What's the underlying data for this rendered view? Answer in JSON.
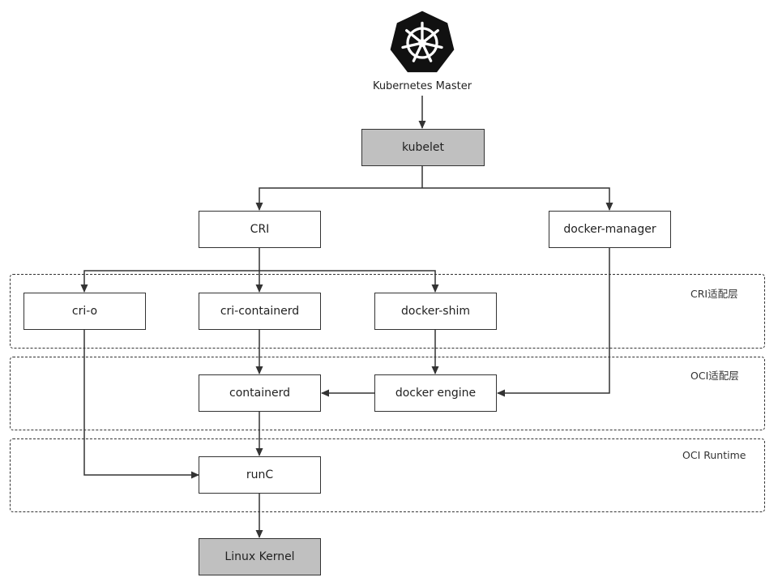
{
  "title": "Kubernetes Master",
  "layers": {
    "cri": "CRI适配层",
    "oci": "OCI适配层",
    "runtime": "OCI Runtime"
  },
  "nodes": {
    "kubelet": "kubelet",
    "cri": "CRI",
    "docker_manager": "docker-manager",
    "cri_o": "cri-o",
    "cri_containerd": "cri-containerd",
    "docker_shim": "docker-shim",
    "containerd": "containerd",
    "docker_engine": "docker engine",
    "runc": "runC",
    "linux_kernel": "Linux Kernel"
  },
  "colors": {
    "stroke": "#333333",
    "gray_fill": "#c0c0c0",
    "logo": "#111111"
  },
  "icons": {
    "logo": "kubernetes-helm-icon"
  }
}
